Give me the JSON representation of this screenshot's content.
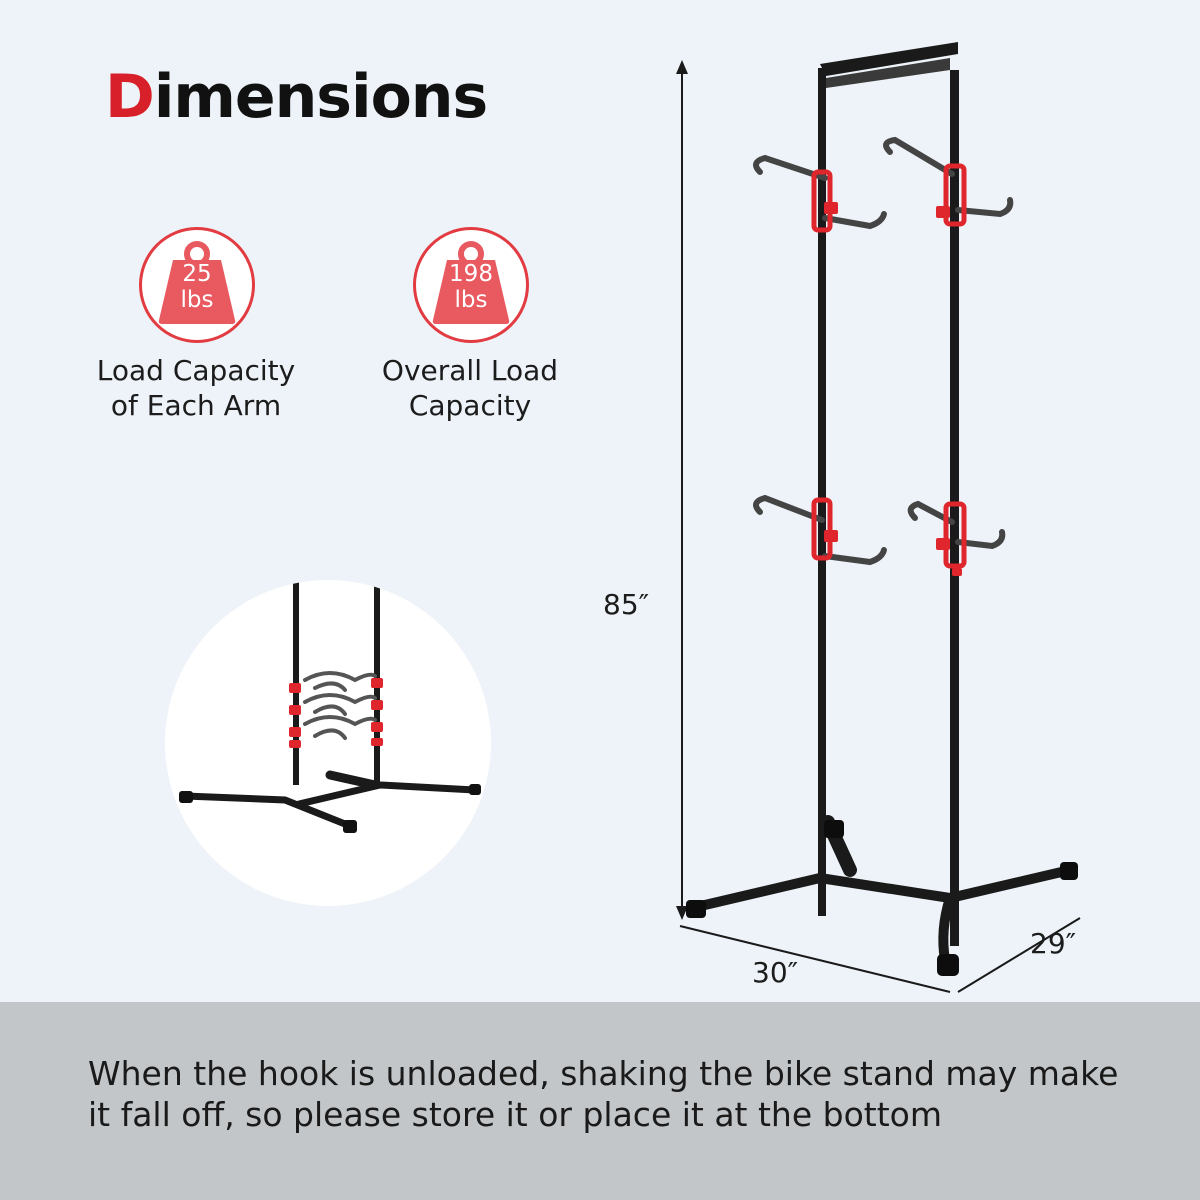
{
  "title": {
    "first_letter": "D",
    "rest": "imensions"
  },
  "capacities": [
    {
      "value": "25",
      "unit": "lbs",
      "label_line1": "Load Capacity",
      "label_line2": "of Each Arm",
      "icon": "weight-icon"
    },
    {
      "value": "198",
      "unit": "lbs",
      "label_line1": "Overall Load",
      "label_line2": "Capacity",
      "icon": "weight-icon"
    }
  ],
  "dimensions": {
    "height": "85″",
    "width": "30″",
    "depth": "29″"
  },
  "note": "When the hook is unloaded, shaking the bike stand may make it fall off, so please store it or place it at the bottom",
  "colors": {
    "accent": "#d8202a",
    "badge": "#e85a60",
    "frame": "#1a1a1a",
    "band": "#c2c6c9",
    "background": "#edf3f8"
  }
}
